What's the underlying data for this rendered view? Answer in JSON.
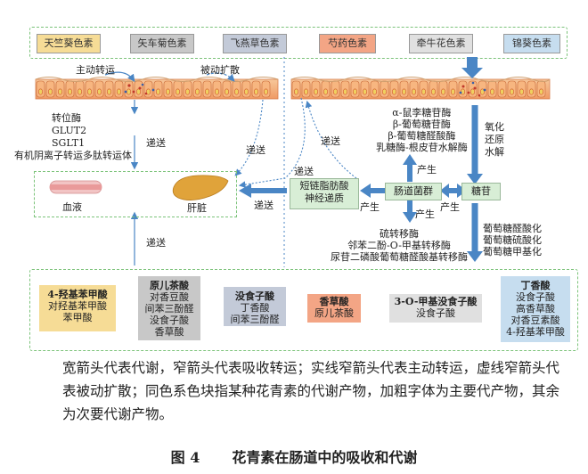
{
  "pigments": [
    {
      "label": "天竺葵色素",
      "color": "#f6dc96"
    },
    {
      "label": "矢车菊色素",
      "color": "#c8c8c8"
    },
    {
      "label": "飞燕草色素",
      "color": "#c3cad8"
    },
    {
      "label": "芍药色素",
      "color": "#f3a585"
    },
    {
      "label": "牵牛花色素",
      "color": "#e0e0e0"
    },
    {
      "label": "锦葵色素",
      "color": "#c6ddef"
    }
  ],
  "labels": {
    "active_transport": "主动转运",
    "passive_diffusion": "被动扩散",
    "transporters": [
      "转位酶",
      "GLUT2",
      "SGLT1",
      "有机阴离子转运多肽转运体"
    ],
    "deliver1": "递送",
    "deliver2": "递送",
    "deliver3": "递送",
    "deliver4": "递送",
    "deliver5": "递送",
    "blood": "血液",
    "liver": "肝脏",
    "enzymes": [
      "α-鼠李糖苷酶",
      "β-葡萄糖苷酶",
      "β-葡萄糖醛酸酶",
      "乳糖酶-根皮苷水解酶"
    ],
    "oxidation": [
      "氧化",
      "还原",
      "水解"
    ],
    "produce1": "产生",
    "produce2": "产生",
    "produce3": "产生",
    "produce4": "产生",
    "scfa": [
      "短链脂肪酸",
      "神经递质"
    ],
    "gut_flora": "肠道菌群",
    "glycoside": "糖苷",
    "lower_enzymes": [
      "硫转移酶",
      "邻苯二酚-O-甲基转移酶",
      "尿苷二磷酸葡萄糖醛酸基转移酶"
    ],
    "glyco_mods": [
      "葡萄糖醛酸化",
      "葡萄糖硫酸化",
      "葡萄糖甲基化"
    ]
  },
  "metabolites": [
    {
      "title": "4-羟基苯甲酸",
      "items": [
        "对羟基苯甲酸",
        "苯甲酸"
      ],
      "color": "#f6dc96"
    },
    {
      "title": "原儿茶酸",
      "items": [
        "对香豆酸",
        "间苯三酚醛",
        "没食子酸",
        "香草酸"
      ],
      "color": "#c8c8c8"
    },
    {
      "title": "没食子酸",
      "items": [
        "丁香酸",
        "间苯三酚醛"
      ],
      "color": "#c3cad8"
    },
    {
      "title": "香草酸",
      "items": [
        "原儿茶酸"
      ],
      "color": "#f3a585"
    },
    {
      "title": "3-O-甲基没食子酸",
      "items": [
        "没食子酸"
      ],
      "color": "#e0e0e0"
    },
    {
      "title": "丁香酸",
      "items": [
        "没食子酸",
        "高香草酸",
        "对香豆素酸",
        "4-羟基苯甲酸"
      ],
      "color": "#c6ddef"
    }
  ],
  "caption": "宽箭头代表代谢，窄箭头代表吸收转运；实线窄箭头代表主动转运，虚线窄箭头代表被动扩散；同色系色块指某种花青素的代谢产物，加粗字体为主要代产物，其余为次要代谢产物。",
  "figure": {
    "number": "图 4",
    "title": "花青素在肠道中的吸收和代谢"
  },
  "colors": {
    "arrow_blue": "#4a86c5",
    "dashed_green": "#7cc37a",
    "box_green": "#d8eed6"
  }
}
